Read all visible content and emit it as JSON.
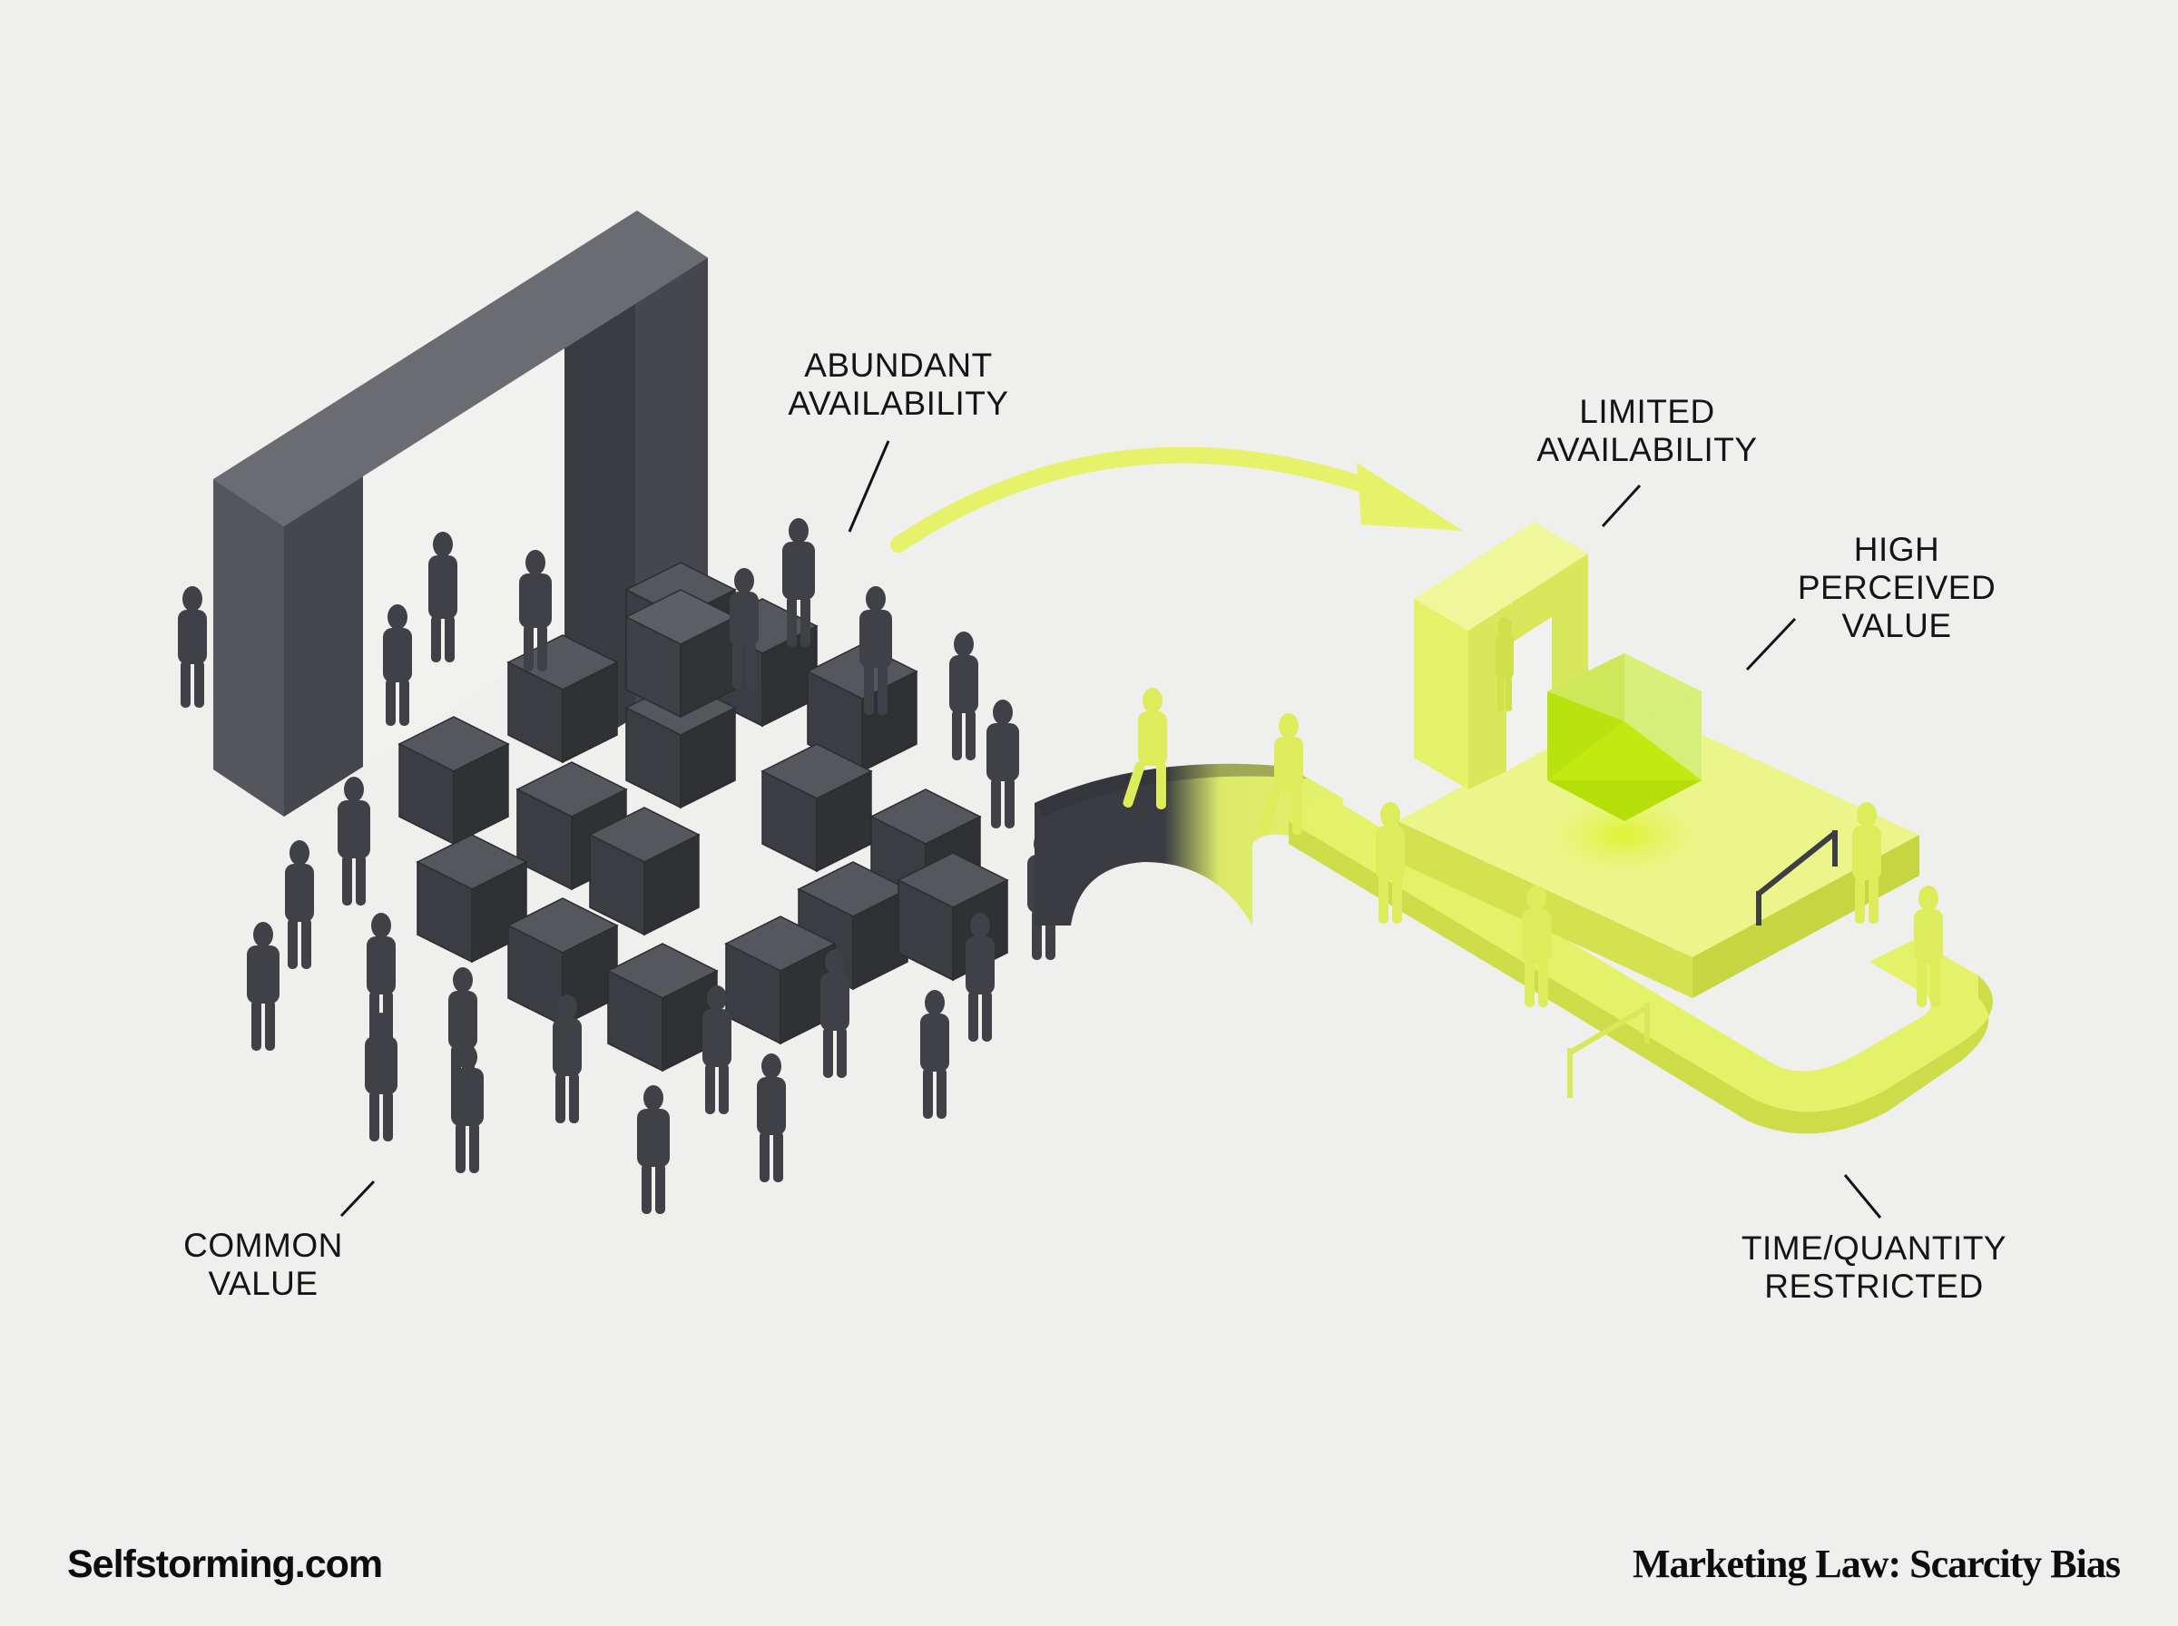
{
  "annotations": {
    "abundant_availability": "ABUNDANT\nAVAILABILITY",
    "limited_availability": "LIMITED\nAVAILABILITY",
    "high_perceived_value": "HIGH\nPERCEIVED\nVALUE",
    "common_value": "COMMON\nVALUE",
    "time_quantity_restricted": "TIME/QUANTITY\nRESTRICTED"
  },
  "footer": {
    "brand": "Selfstorming.com",
    "title": "Marketing Law: Scarcity Bias"
  },
  "colors": {
    "background": "#efefed",
    "dark_gray": "#3d3f44",
    "dark_gray_top": "#5a5c61",
    "lime": "#e4f26a",
    "lime_shade": "#cfe04a",
    "gem": "#c8ec1a",
    "text": "#141414"
  },
  "scene": {
    "left_side": {
      "object": "dark archway with pile of dark cubes surrounded by crowd",
      "meaning": "abundance"
    },
    "transition": {
      "object": "curved lime arrow and gradient bridge from dark to lime"
    },
    "right_side": {
      "object": "lime archway, platform with glowing gem, queue path with barriers",
      "meaning": "scarcity"
    }
  }
}
